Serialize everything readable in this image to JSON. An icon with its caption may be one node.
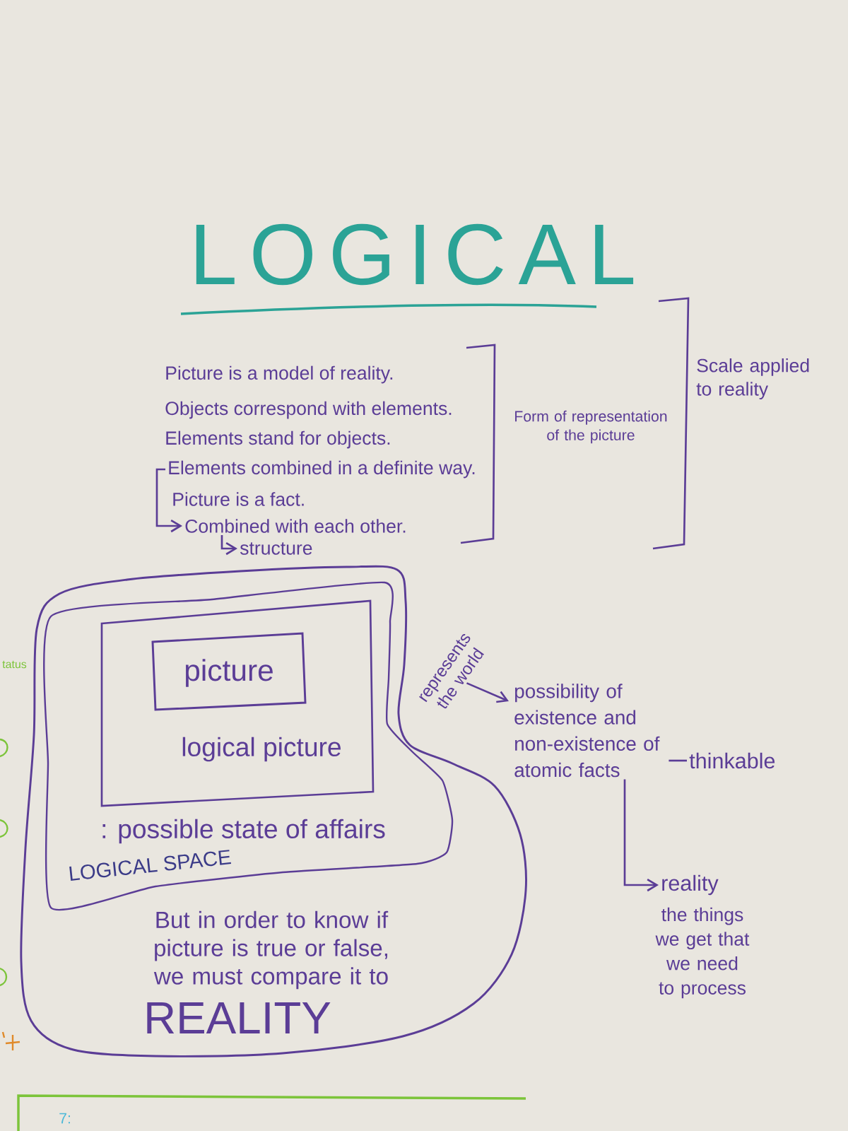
{
  "diagram": {
    "title": "LOGICAL",
    "nodes": [
      {
        "text": [
          "Elements combined in a definite way."
        ]
      },
      {
        "text": [
          "Combined with each other."
        ]
      },
      {
        "text": [
          "structure"
        ]
      },
      {
        "text": [
          "But in order to know if picture is true or false, we must compare it to",
          "REALITY"
        ]
      },
      {
        "text": [
          ": possible state of affairs",
          "LOGICAL SPACE"
        ],
        "in": 3
      },
      {
        "text": [
          "logical picture"
        ],
        "in": 4
      },
      {
        "text": [
          "picture"
        ],
        "in": 5
      },
      {
        "text": [
          "represents the world"
        ]
      },
      {
        "text": [
          "possibility of existence and non-existence of atomic facts"
        ]
      },
      {
        "text": [
          "thinkable"
        ]
      },
      {
        "text": [
          "reality"
        ],
        "beside": [
          "the things we get that we need to process"
        ]
      }
    ],
    "edges": [
      {
        "from": 0,
        "to": 1,
        "arrow": "to"
      },
      {
        "from": 1,
        "to": 2,
        "arrow": "to"
      },
      {
        "from": 7,
        "to": 8,
        "arrow": "to"
      },
      {
        "from": 8,
        "to": 9,
        "arrow": "none"
      },
      {
        "from": 8,
        "to": 10,
        "arrow": "to"
      }
    ],
    "labels": [
      "Picture is a model of reality.",
      "Objects correspond with elements.",
      "Elements stand for objects.",
      "Picture is a fact.",
      "Form of representation of the picture",
      "Scale applied to reality",
      "tatus",
      "7:"
    ]
  }
}
